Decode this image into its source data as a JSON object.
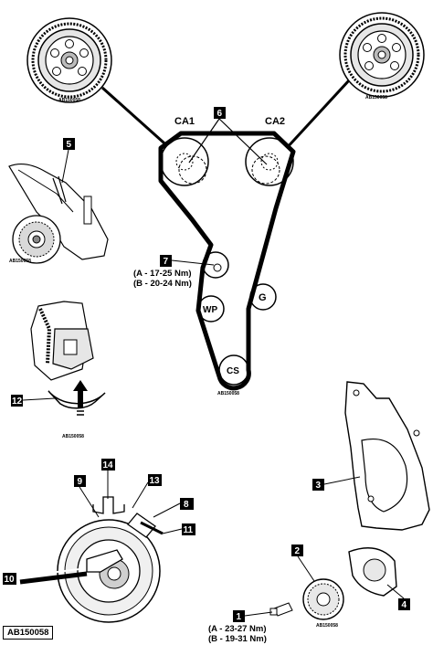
{
  "labels": {
    "camshaft_left": "CA1",
    "camshaft_right": "CA2",
    "water_pump": "WP",
    "idler": "G",
    "crankshaft": "CS"
  },
  "callouts": [
    "1",
    "2",
    "3",
    "4",
    "5",
    "6",
    "7",
    "8",
    "9",
    "10",
    "11",
    "12",
    "13",
    "14"
  ],
  "torque_tensioner": {
    "line_a": "(A - 17-25 Nm)",
    "line_b": "(B - 20-24 Nm)"
  },
  "torque_bolt": {
    "line_a": "(A - 23-27 Nm)",
    "line_b": "(B - 19-31 Nm)"
  },
  "figure_refs": {
    "ref": "AB150058",
    "main": "AB150058"
  }
}
